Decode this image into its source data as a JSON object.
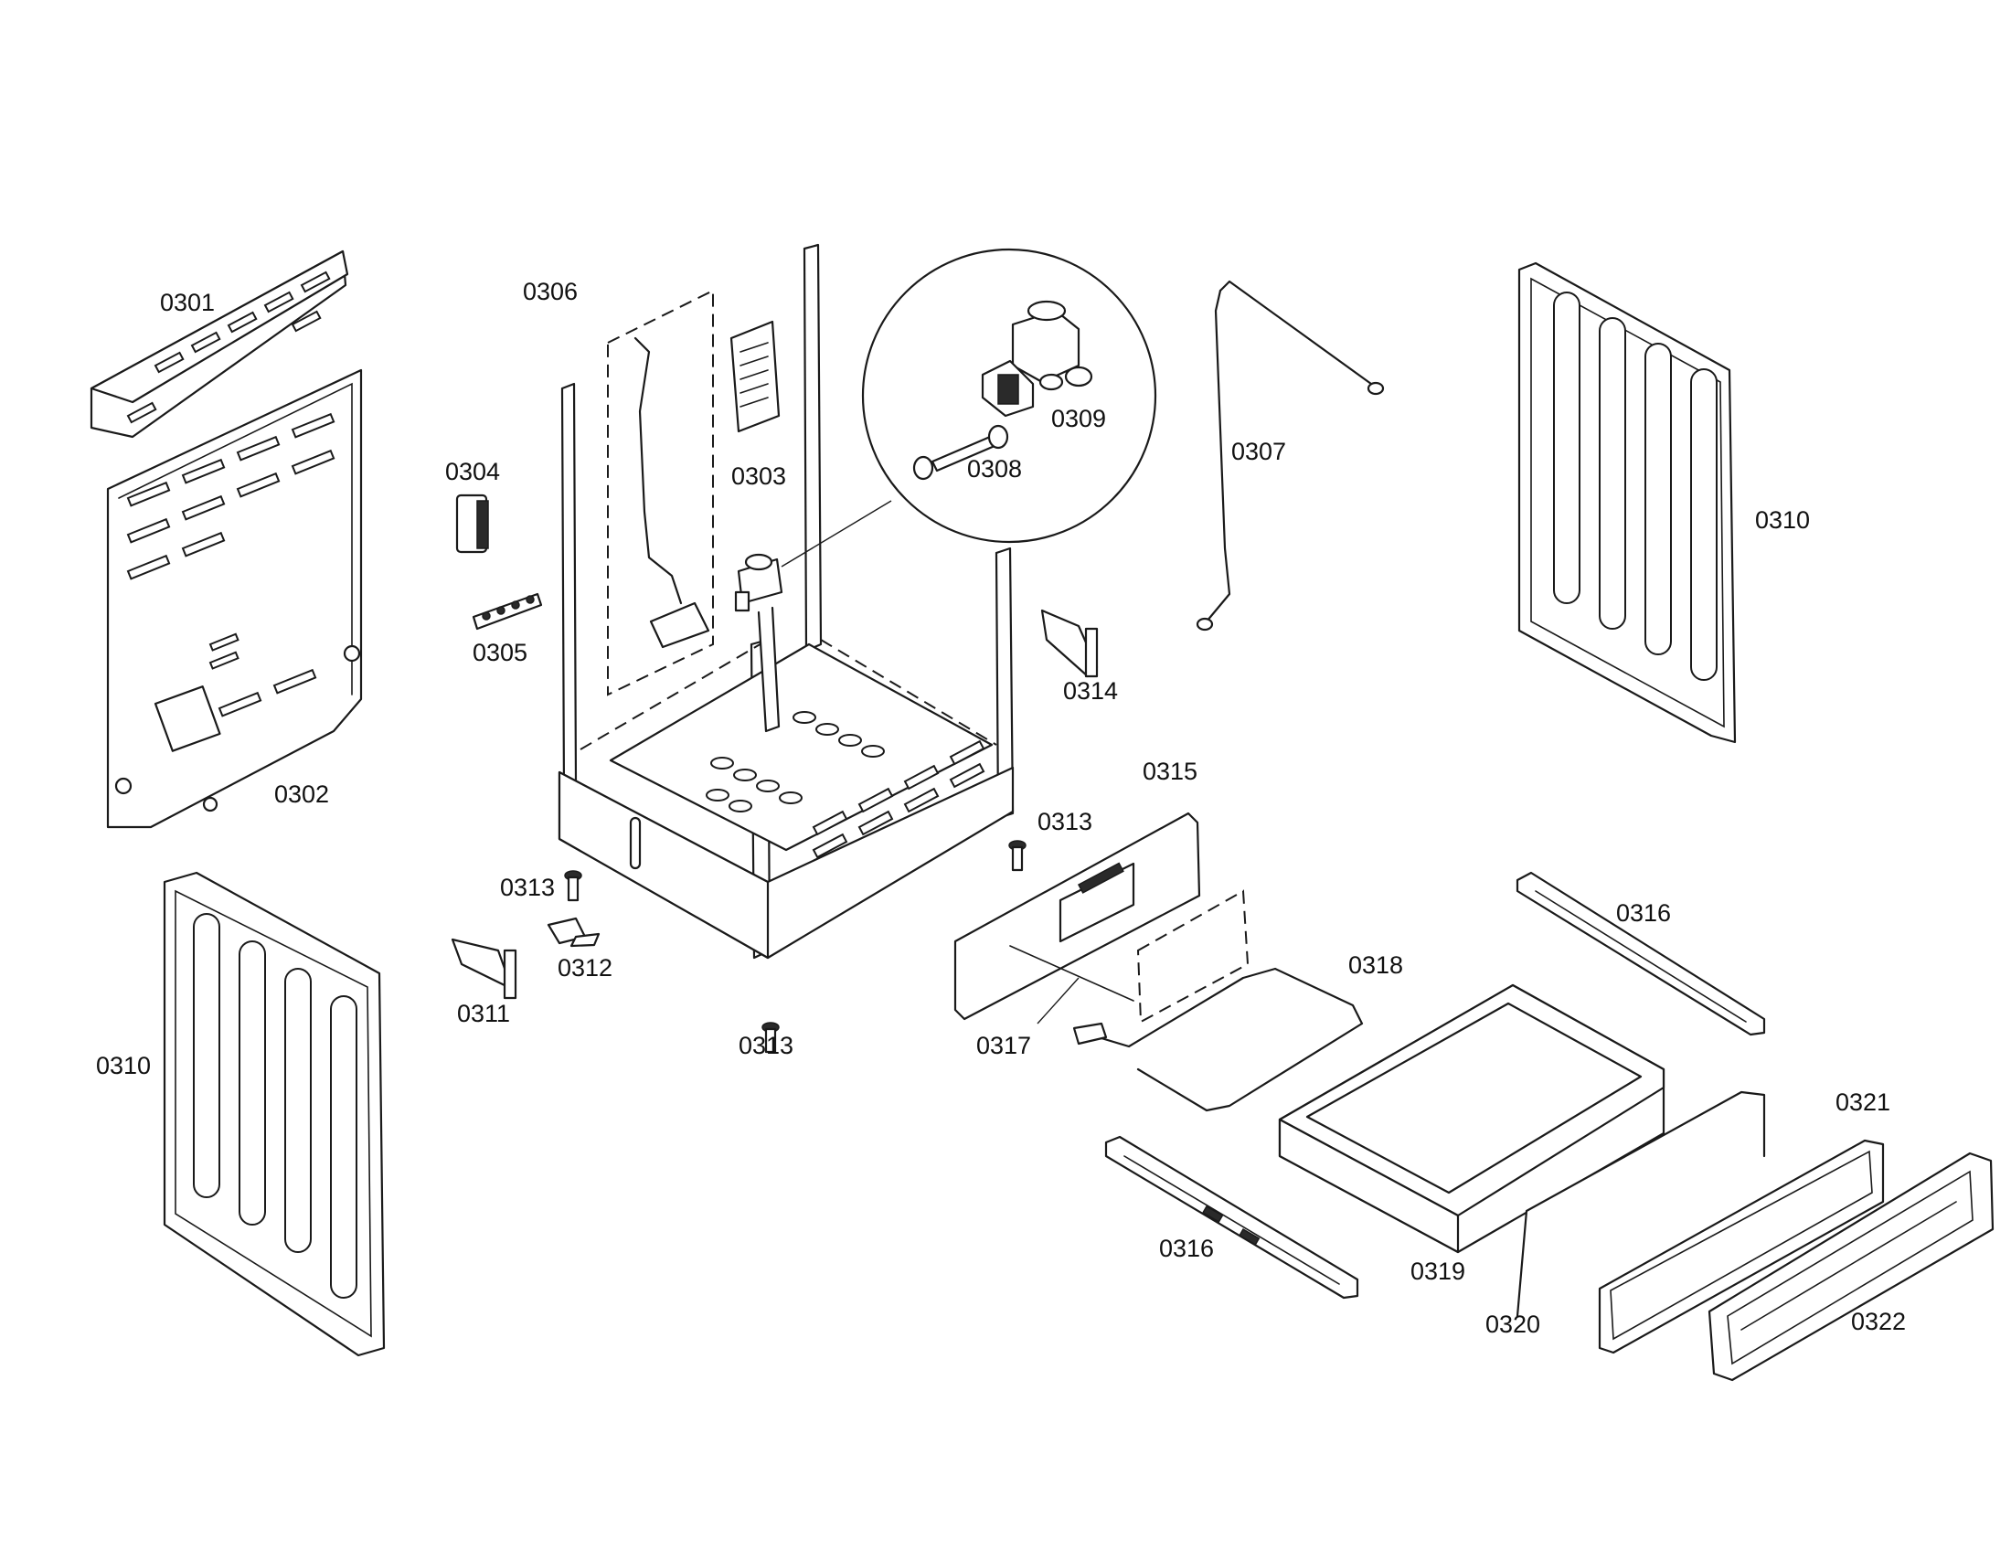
{
  "parts": {
    "p0301": "0301",
    "p0302": "0302",
    "p0303": "0303",
    "p0304": "0304",
    "p0305": "0305",
    "p0306": "0306",
    "p0307": "0307",
    "p0308": "0308",
    "p0309": "0309",
    "p0310": "0310",
    "p0311": "0311",
    "p0312": "0312",
    "p0313": "0313",
    "p0314": "0314",
    "p0315": "0315",
    "p0316": "0316",
    "p0317": "0317",
    "p0318": "0318",
    "p0319": "0319",
    "p0320": "0320",
    "p0321": "0321",
    "p0322": "0322"
  }
}
